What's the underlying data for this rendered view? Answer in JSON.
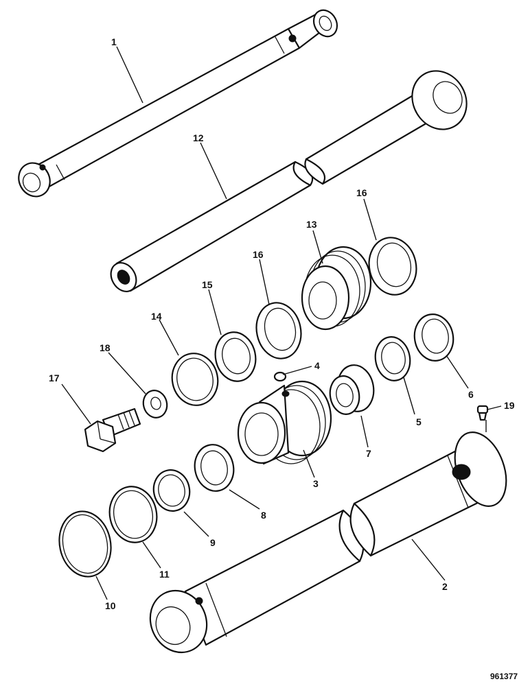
{
  "reference_number": "961377",
  "callouts": {
    "c1": "1",
    "c2": "2",
    "c3": "3",
    "c4": "4",
    "c5": "5",
    "c6": "6",
    "c7": "7",
    "c8": "8",
    "c9": "9",
    "c10": "10",
    "c11": "11",
    "c12": "12",
    "c13": "13",
    "c14": "14",
    "c15": "15",
    "c16a": "16",
    "c16b": "16",
    "c17": "17",
    "c18": "18",
    "c19": "19"
  }
}
